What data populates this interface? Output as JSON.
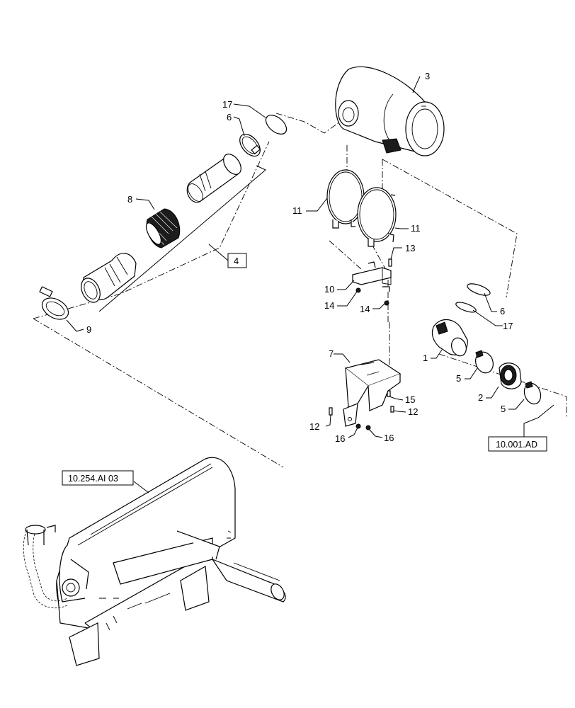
{
  "callouts": {
    "c1": "1",
    "c2": "2",
    "c3": "3",
    "c4": "4",
    "c5a": "5",
    "c5b": "5",
    "c6a": "6",
    "c6b": "6",
    "c7": "7",
    "c8": "8",
    "c9": "9",
    "c10": "10",
    "c11a": "11",
    "c11b": "11",
    "c12a": "12",
    "c12b": "12",
    "c13": "13",
    "c14a": "14",
    "c14b": "14",
    "c15": "15",
    "c16a": "16",
    "c16b": "16",
    "c17a": "17",
    "c17b": "17"
  },
  "references": {
    "ref_top_right": "10.001.AD",
    "ref_bottom_left": "10.254.AI 03"
  },
  "colors": {
    "line": "#000000",
    "background": "#ffffff",
    "hatch": "#1c1c1c"
  }
}
